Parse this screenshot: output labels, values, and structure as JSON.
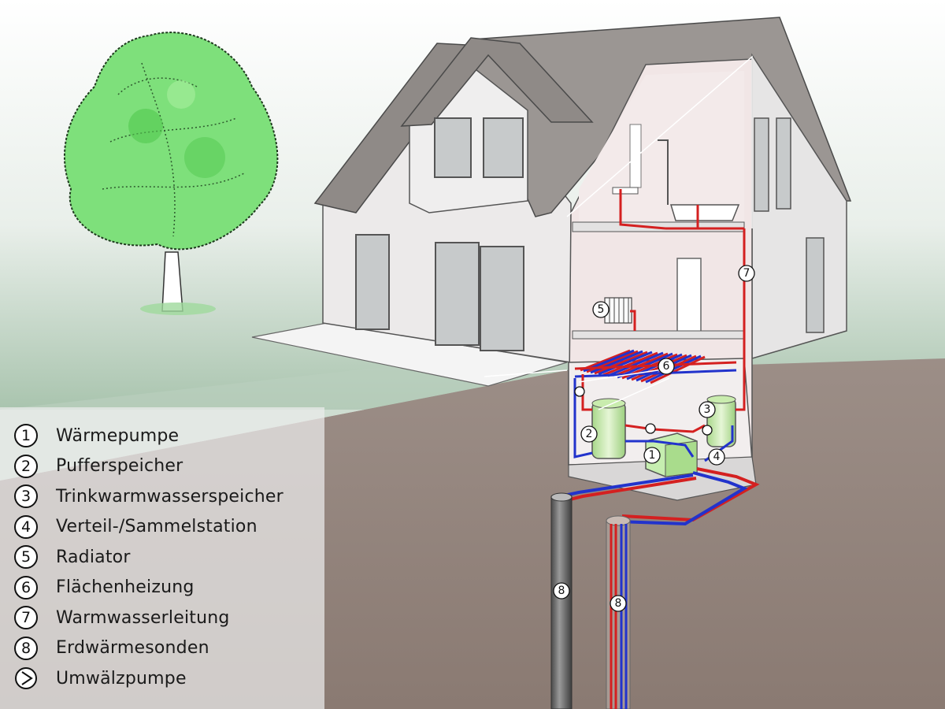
{
  "legend": {
    "items": [
      {
        "number": "1",
        "label": "Wärmepumpe"
      },
      {
        "number": "2",
        "label": "Pufferspeicher"
      },
      {
        "number": "3",
        "label": "Trinkwarmwasserspeicher"
      },
      {
        "number": "4",
        "label": "Verteil-/Sammelstation"
      },
      {
        "number": "5",
        "label": "Radiator"
      },
      {
        "number": "6",
        "label": "Flächenheizung"
      },
      {
        "number": "7",
        "label": "Warmwasserleitung"
      },
      {
        "number": "8",
        "label": "Erdwärmesonden"
      }
    ],
    "pump_label": "Umwälzpumpe",
    "pump_icon": "circulation-pump-icon"
  },
  "diagram_markers": {
    "m1": "1",
    "m2": "2",
    "m3": "3",
    "m4": "4",
    "m5": "5",
    "m6": "6",
    "m7": "7",
    "m8a": "8",
    "m8b": "8"
  },
  "colors": {
    "supply_pipe": "#d42020",
    "return_pipe": "#2233cc",
    "ground": "#8a7b73",
    "foliage": "#6bd96b",
    "roof": "#8f8a87",
    "wall": "#ecebeb"
  }
}
